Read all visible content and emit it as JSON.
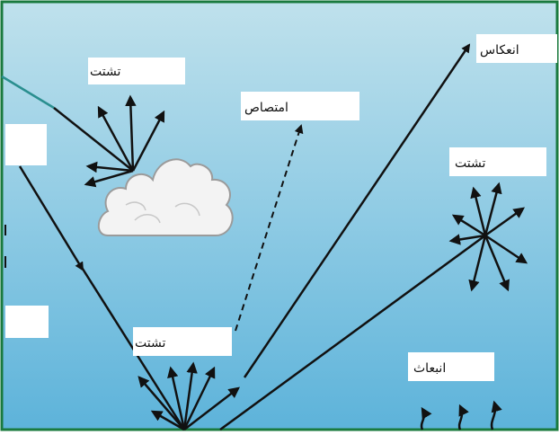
{
  "labels": {
    "scatter_top_left": "تشتت",
    "absorption": "امتصاص",
    "reflection": "انعكاس",
    "scatter_right": "تشتت",
    "scatter_bottom": "تشتت",
    "emission": "انبعاث"
  },
  "colors": {
    "sky_top": "#a8d6e6",
    "sky_bottom": "#5fb6dc",
    "border": "#1a7a3e",
    "arrow": "#111111",
    "cloud_fill": "#f2f2f2",
    "cloud_stroke": "#9a9a9a"
  }
}
